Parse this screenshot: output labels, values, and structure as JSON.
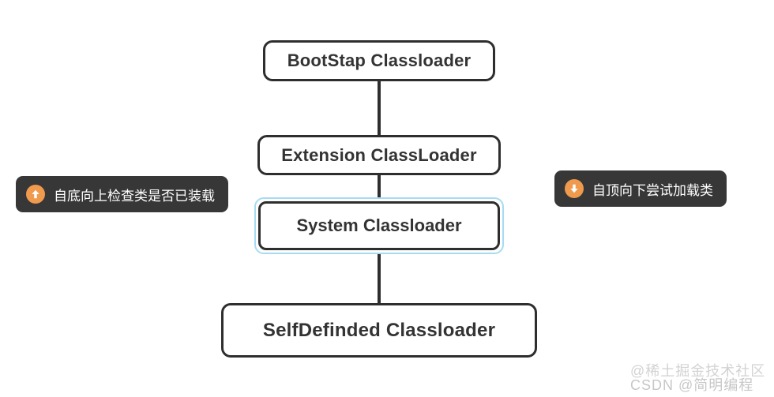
{
  "diagram": {
    "nodes": [
      {
        "id": "bootstrap",
        "label": "BootStap Classloader",
        "selected": false
      },
      {
        "id": "extension",
        "label": "Extension ClassLoader",
        "selected": false
      },
      {
        "id": "system",
        "label": "System Classloader",
        "selected": true
      },
      {
        "id": "selfdefined",
        "label": "SelfDefinded Classloader",
        "selected": false
      }
    ],
    "annotations": {
      "left": {
        "icon": "arrow-up-icon",
        "glyph": "↑",
        "text": "自底向上检查类是否已装载"
      },
      "right": {
        "icon": "arrow-down-icon",
        "glyph": "↓",
        "text": "自顶向下尝试加载类"
      }
    },
    "watermarks": {
      "line1": "@稀土掘金技术社区",
      "line2": "CSDN @简明编程"
    },
    "colors": {
      "node_border": "#2e2e2e",
      "node_text": "#333333",
      "selection_ring": "#a5dcf1",
      "connector": "#2e2e2e",
      "chip_background": "#373737",
      "chip_text": "#ffffff",
      "icon_circle": "#ef9a4d",
      "icon_arrow": "#ffffff",
      "watermark": "#c4c4c4",
      "background": "#ffffff"
    }
  }
}
